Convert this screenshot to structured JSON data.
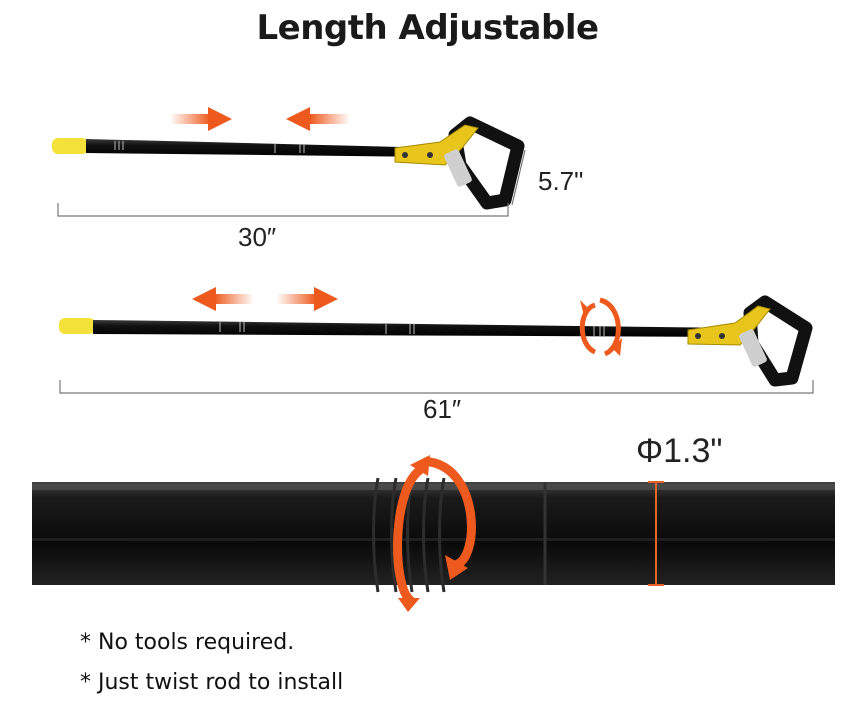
{
  "title": "Length Adjustable",
  "short_length": "30″",
  "handle_height": "5.7\"",
  "long_length": "61″",
  "diameter": "Φ1.3\"",
  "notes": [
    "* No tools required.",
    "* Just twist rod to install"
  ],
  "colors": {
    "tip": "#f4e23a",
    "rod": "#111111",
    "arrow": "#ee5a1e",
    "bracket": "#e8c51a",
    "measure": "#e8632a"
  }
}
